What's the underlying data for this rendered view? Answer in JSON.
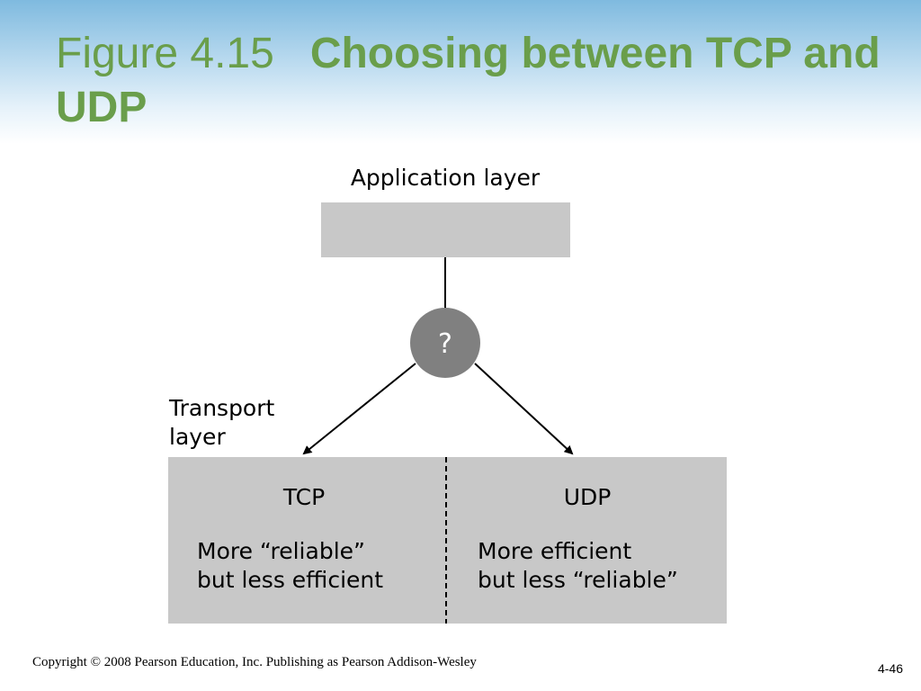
{
  "slide": {
    "figure_number": "Figure 4.15",
    "figure_caption": "Choosing between TCP and UDP"
  },
  "diagram": {
    "application_layer_label": "Application layer",
    "decision_symbol": "?",
    "transport_layer_label_line1": "Transport",
    "transport_layer_label_line2": "layer",
    "tcp": {
      "name": "TCP",
      "desc_line1": "More “reliable”",
      "desc_line2": "but less efficient"
    },
    "udp": {
      "name": "UDP",
      "desc_line1": "More efficient",
      "desc_line2": "but less “reliable”"
    },
    "colors": {
      "box_fill": "#c8c8c8",
      "circle_fill": "#808080",
      "title_green": "#6a9e4b"
    }
  },
  "footer": {
    "copyright": "Copyright © 2008 Pearson Education, Inc. Publishing as Pearson Addison-Wesley",
    "page_number": "4-46"
  }
}
